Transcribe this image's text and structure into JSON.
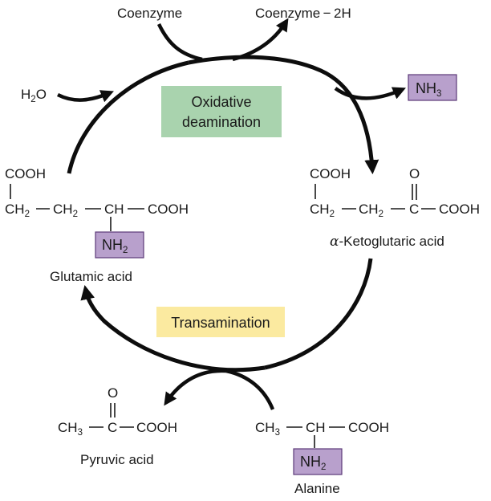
{
  "colors": {
    "arrow": "#0d0d0d",
    "oxidative_box": "#a9d3ae",
    "transamination_box": "#fbeaa0",
    "amine_box": "#b8a0cc",
    "amine_box_border": "#5c3a78"
  },
  "cofactors": {
    "coenzyme": "Coenzyme",
    "coenzyme_2h": "Coenzyme − 2H",
    "water_h": "H",
    "water_sub": "2",
    "water_o": "O",
    "ammonia_n": "NH",
    "ammonia_sub": "3"
  },
  "processes": {
    "oxidative_line1": "Oxidative",
    "oxidative_line2": "deamination",
    "transamination": "Transamination"
  },
  "glutamic_acid": {
    "name": "Glutamic acid",
    "top_group": "COOH",
    "ch2": "CH",
    "two": "2",
    "ch": "CH",
    "cooh": "COOH",
    "nh": "NH",
    "nh_sub": "2"
  },
  "ketoglutaric_acid": {
    "alpha": "α",
    "name": "-Ketoglutaric acid",
    "top_group": "COOH",
    "oxygen": "O",
    "ch2": "CH",
    "two": "2",
    "c": "C",
    "cooh": "COOH"
  },
  "pyruvic_acid": {
    "name": "Pyruvic acid",
    "oxygen": "O",
    "ch3": "CH",
    "three": "3",
    "c": "C",
    "cooh": "COOH"
  },
  "alanine": {
    "name": "Alanine",
    "ch3": "CH",
    "three": "3",
    "ch": "CH",
    "cooh": "COOH",
    "nh": "NH",
    "nh_sub": "2"
  }
}
